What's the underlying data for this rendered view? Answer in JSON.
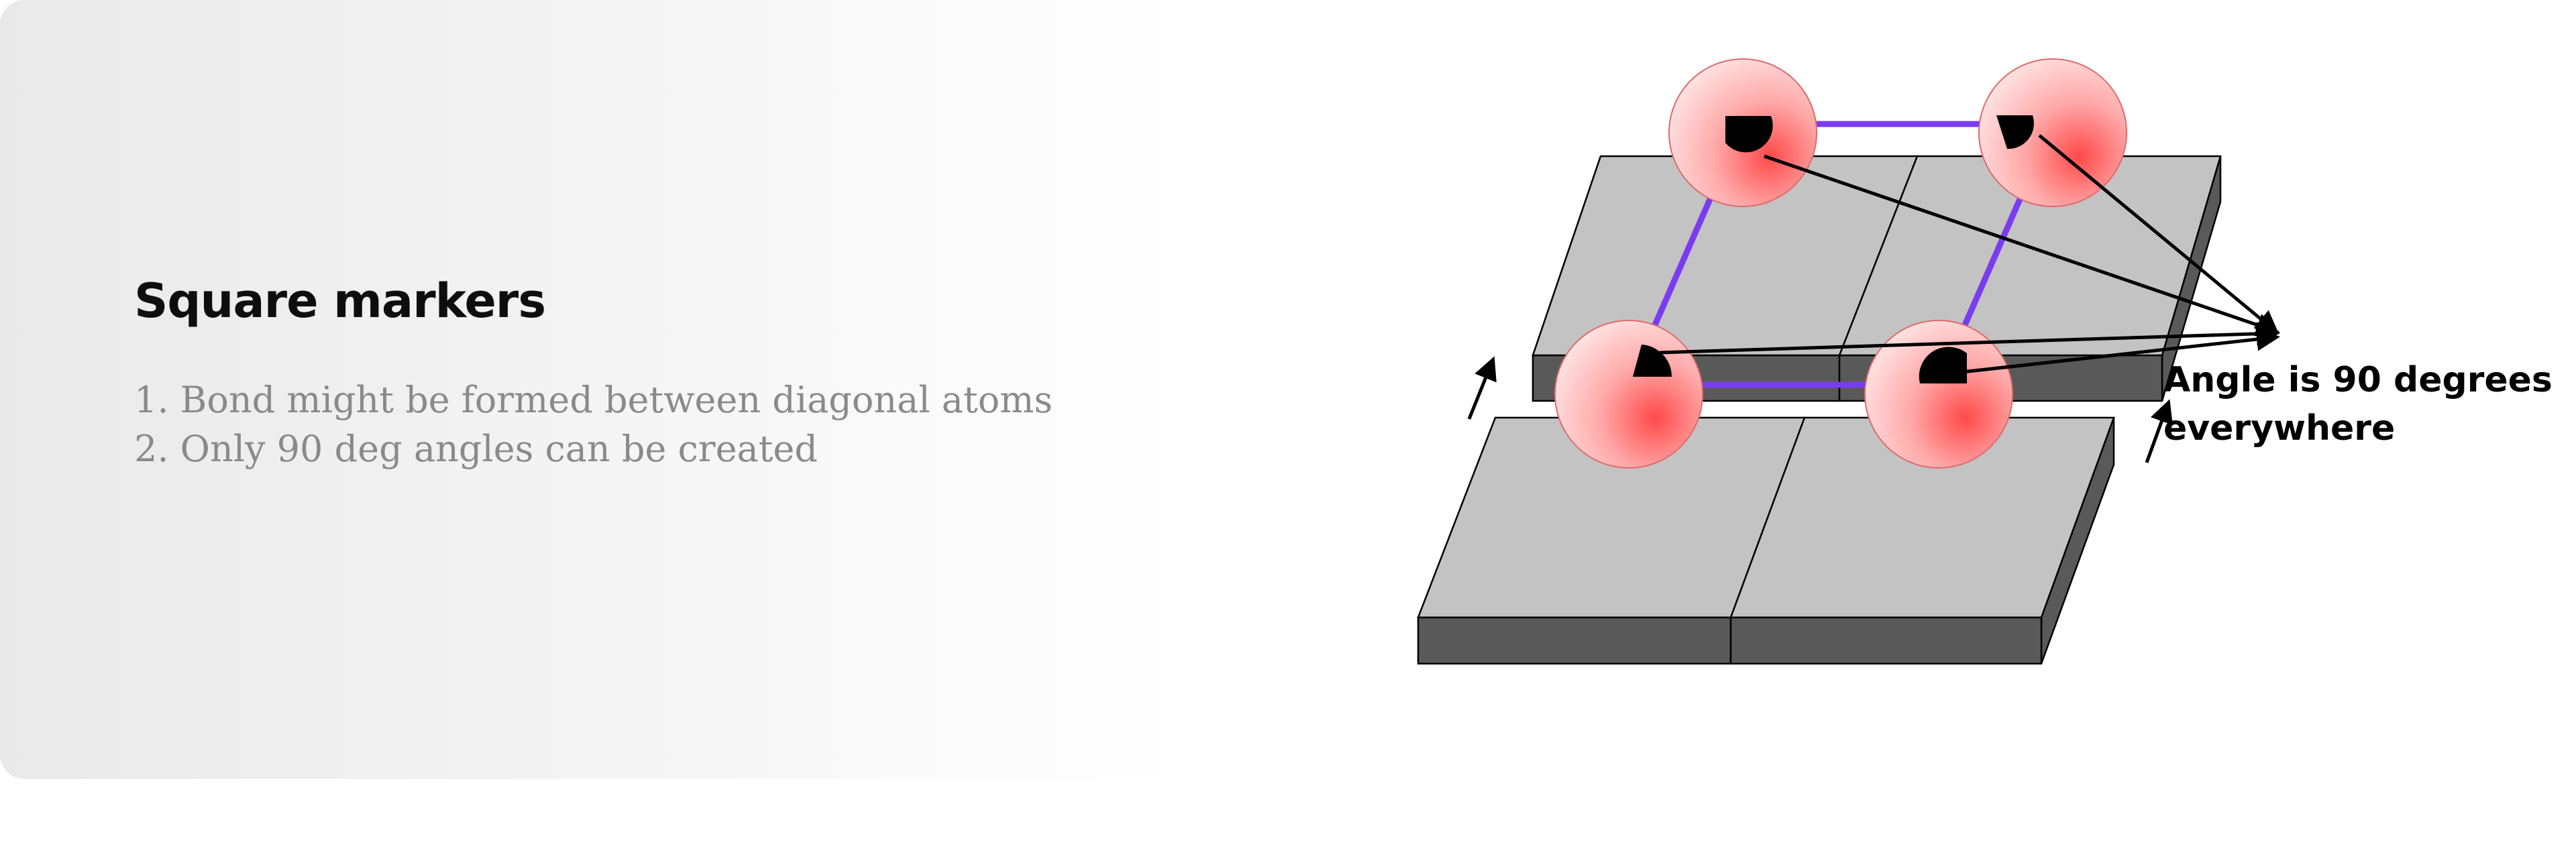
{
  "panel": {
    "title": "Square markers",
    "points": [
      "1. Bond might be formed between diagonal atoms",
      "2. Only 90 deg angles can be created"
    ]
  },
  "diagram": {
    "callout_lines": [
      "Angle is 90 degrees",
      "everywhere"
    ],
    "colors": {
      "tile_top": "#c3c3c3",
      "tile_side": "#595959",
      "bond": "#7a3cf0",
      "atom": "#ff6b6b",
      "marker": "#000000"
    }
  }
}
